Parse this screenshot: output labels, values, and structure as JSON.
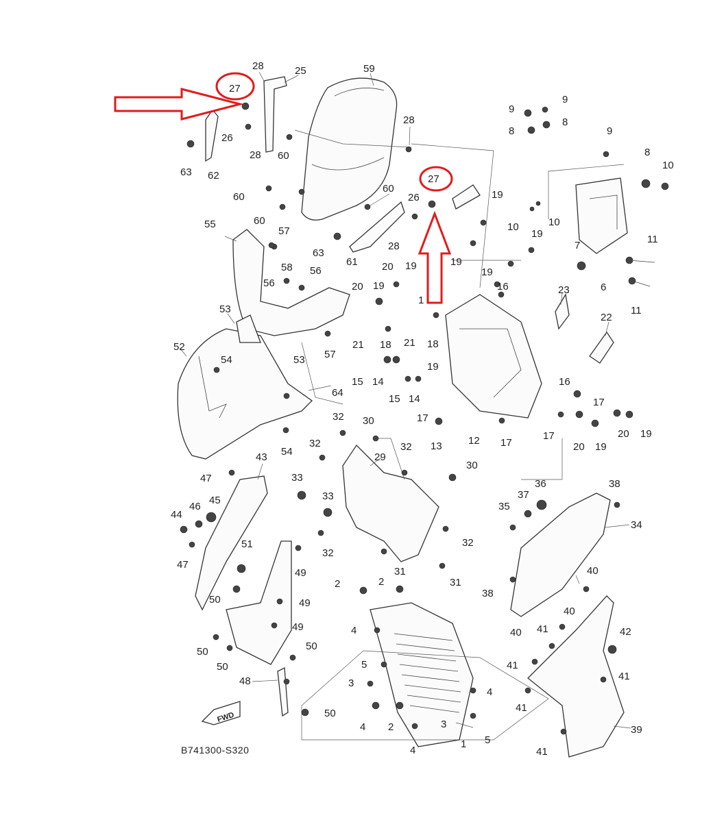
{
  "diagram_code": "B741300-S320",
  "fwd_label": "FWD",
  "highlight_color": "#e21b1b",
  "parts": {
    "p1": "1",
    "p2": "2",
    "p3": "3",
    "p4": "4",
    "p5": "5",
    "p6": "6",
    "p7": "7",
    "p8": "8",
    "p9": "9",
    "p10": "10",
    "p11": "11",
    "p12": "12",
    "p13": "13",
    "p14": "14",
    "p15": "15",
    "p16": "16",
    "p17": "17",
    "p18": "18",
    "p19": "19",
    "p20": "20",
    "p21": "21",
    "p22": "22",
    "p23": "23",
    "p25": "25",
    "p26": "26",
    "p27": "27",
    "p28": "28",
    "p29": "29",
    "p30": "30",
    "p31": "31",
    "p32": "32",
    "p33": "33",
    "p34": "34",
    "p35": "35",
    "p36": "36",
    "p37": "37",
    "p38": "38",
    "p39": "39",
    "p40": "40",
    "p41": "41",
    "p42": "42",
    "p43": "43",
    "p44": "44",
    "p45": "45",
    "p46": "46",
    "p47": "47",
    "p48": "48",
    "p49": "49",
    "p50": "50",
    "p51": "51",
    "p52": "52",
    "p53": "53",
    "p54": "54",
    "p55": "55",
    "p56": "56",
    "p57": "57",
    "p58": "58",
    "p59": "59",
    "p60": "60",
    "p61": "61",
    "p62": "62",
    "p63": "63",
    "p64": "64"
  }
}
